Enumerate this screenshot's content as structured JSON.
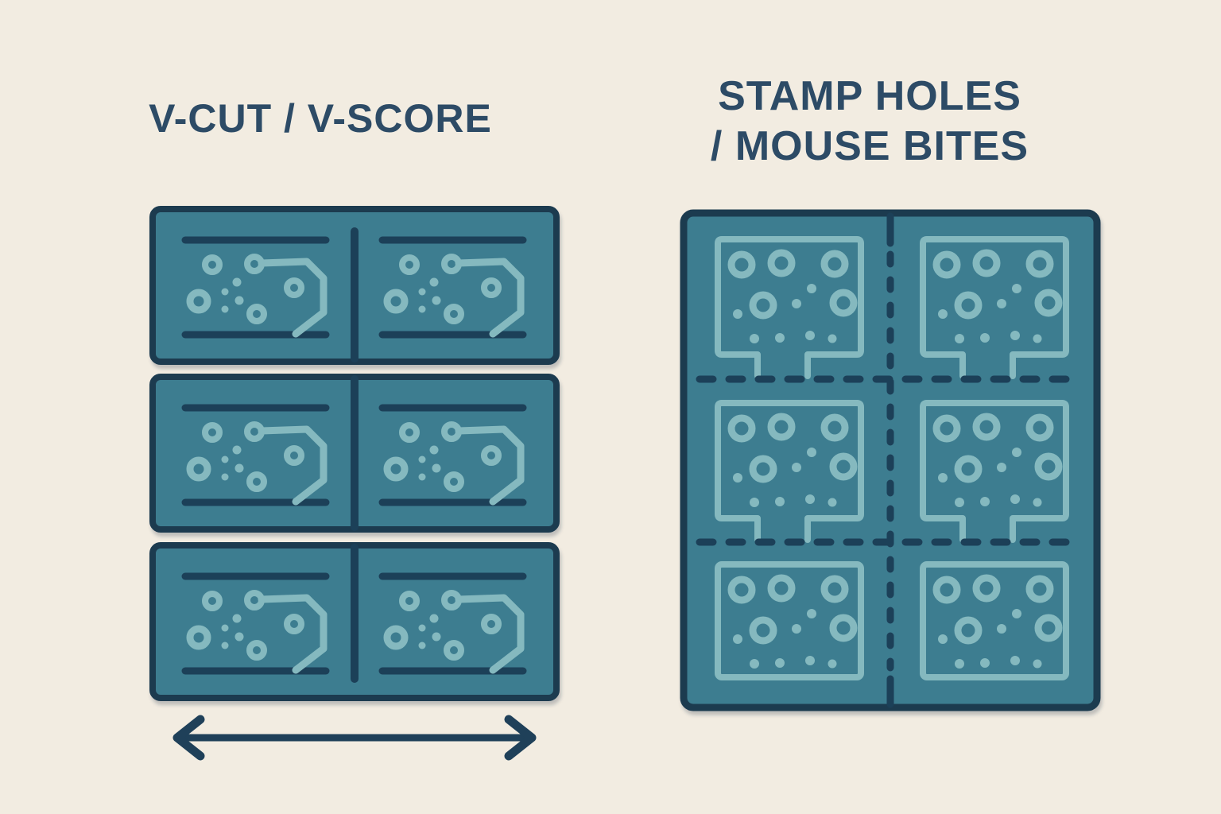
{
  "titles": {
    "left": "V-CUT / V-SCORE",
    "right": "STAMP HOLES\n/ MOUSE BITES"
  },
  "colors": {
    "background": "#f2ece1",
    "panel_fill": "#3e7d90",
    "panel_border": "#1c3a50",
    "dark_line": "#1f4059",
    "copper_light": "#85b9bf",
    "title_text": "#2d4b66"
  },
  "left_diagram": {
    "label": "V-CUT / V-SCORE",
    "panel_count": 3,
    "boards_per_panel": 2,
    "separator_style": "solid v-groove line",
    "width_arrow_icon": "double-headed-arrow"
  },
  "right_diagram": {
    "label": "STAMP HOLES / MOUSE BITES",
    "grid_columns": 2,
    "grid_rows": 3,
    "board_count": 6,
    "separator_style": "dashed perforation with breakout tabs"
  }
}
